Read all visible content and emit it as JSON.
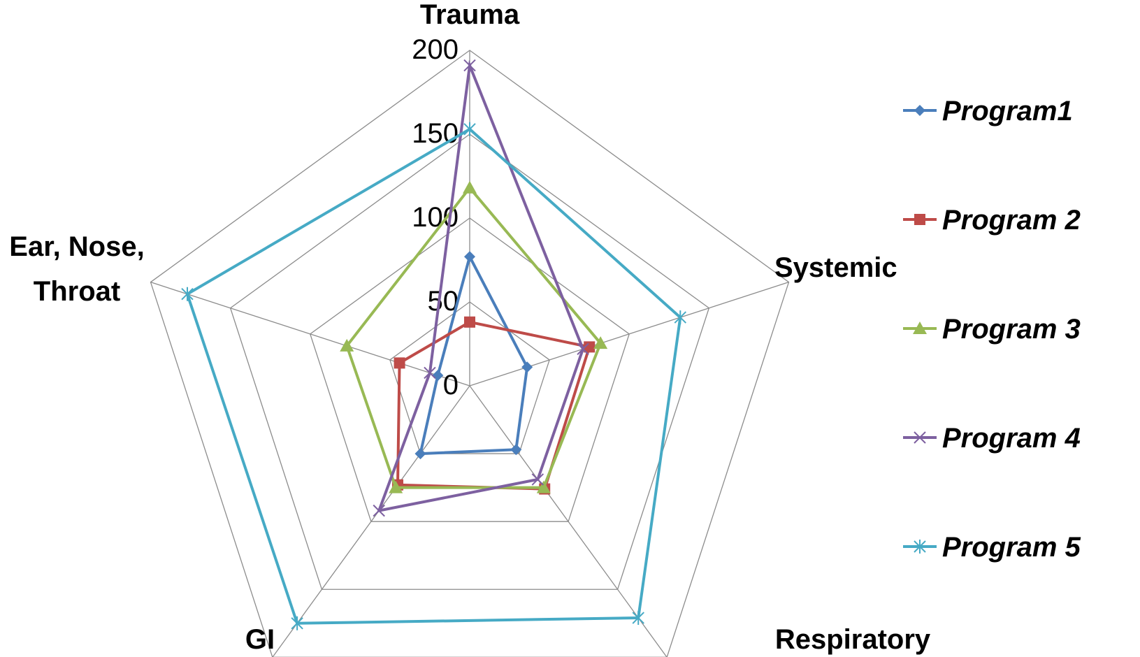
{
  "chart_data": {
    "type": "radar",
    "categories": [
      "Trauma",
      "Systemic",
      "Respiratory",
      "GI",
      "Ear, Nose, Throat"
    ],
    "category_lines": [
      [
        "Trauma"
      ],
      [
        "Systemic"
      ],
      [
        "Respiratory"
      ],
      [
        "GI"
      ],
      [
        "Ear, Nose,",
        "Throat"
      ]
    ],
    "rlim": [
      0,
      200
    ],
    "ticks": [
      0,
      50,
      100,
      150,
      200
    ],
    "tick_labels": [
      "0",
      "50",
      "100",
      "150",
      "200"
    ],
    "grid": true,
    "legend_position": "right",
    "series": [
      {
        "name": "Program1",
        "values": [
          77,
          36,
          47,
          50,
          20
        ],
        "color": "#4a7ebb",
        "marker": "diamond"
      },
      {
        "name": "Program 2",
        "values": [
          38,
          75,
          76,
          73,
          44
        ],
        "color": "#be4b48",
        "marker": "square"
      },
      {
        "name": "Program 3",
        "values": [
          118,
          82,
          75,
          75,
          77
        ],
        "color": "#98b954",
        "marker": "triangle"
      },
      {
        "name": "Program 4",
        "values": [
          191,
          71,
          69,
          92,
          25
        ],
        "color": "#7d60a0",
        "marker": "x"
      },
      {
        "name": "Program 5",
        "values": [
          153,
          132,
          171,
          175,
          177
        ],
        "color": "#46aac5",
        "marker": "star"
      }
    ]
  }
}
